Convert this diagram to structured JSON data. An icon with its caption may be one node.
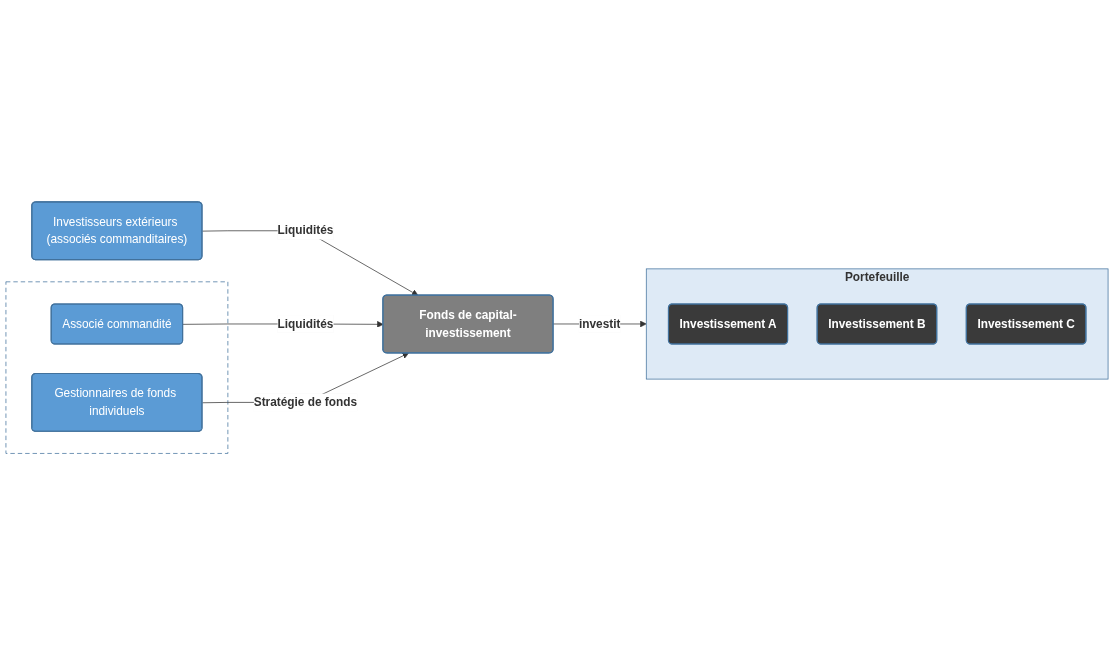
{
  "diagram": {
    "nodes": [
      {
        "text": [
          "Investisseurs extérieurs (associés commanditaires)"
        ]
      },
      {
        "text": [],
        "shape": "box"
      },
      {
        "text": [
          "Associé commandité"
        ],
        "in": 1
      },
      {
        "text": [
          "Gestionnaires de fonds individuels"
        ],
        "in": 1
      },
      {
        "text": [
          "Fonds de capital-investissement"
        ]
      },
      {
        "text": [
          "Portefeuille"
        ]
      },
      {
        "text": [
          "Investissement A"
        ],
        "in": 5
      },
      {
        "text": [
          "Investissement B"
        ],
        "in": 5
      },
      {
        "text": [
          "Investissement C"
        ],
        "in": 5
      }
    ],
    "edges": [
      {
        "from": 0,
        "to": 4,
        "arrow": "to",
        "label": "Liquidités"
      },
      {
        "from": 2,
        "to": 4,
        "arrow": "to",
        "label": "Liquidités"
      },
      {
        "from": 3,
        "to": 4,
        "arrow": "to",
        "label": "Stratégie de fonds"
      },
      {
        "from": 4,
        "to": 5,
        "arrow": "to",
        "label": "investit"
      }
    ]
  }
}
